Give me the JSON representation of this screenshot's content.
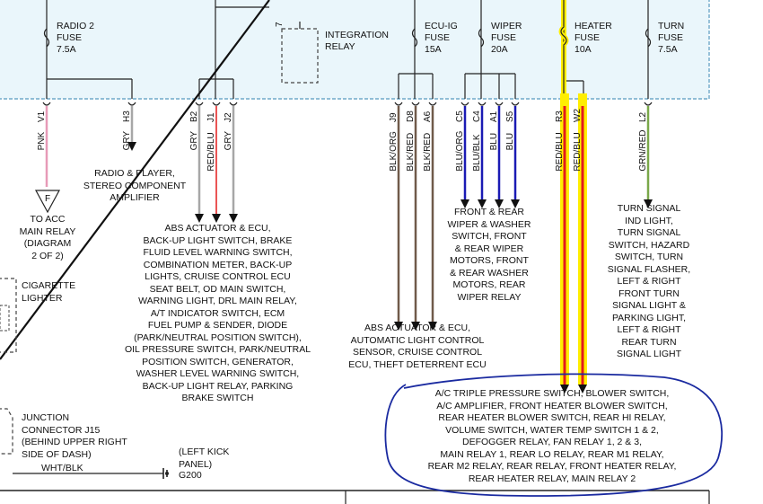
{
  "fuses": {
    "radio2": {
      "label": "RADIO 2\nFUSE\n7.5A"
    },
    "ecuig": {
      "label": "ECU-IG\nFUSE\n15A"
    },
    "wiper": {
      "label": "WIPER\nFUSE\n20A"
    },
    "heater": {
      "label": "HEATER\nFUSE\n10A"
    },
    "turn": {
      "label": "TURN\nFUSE\n7.5A"
    }
  },
  "relay": {
    "pin": "7",
    "label": "INTEGRATION\nRELAY"
  },
  "pins": [
    "V1",
    "H3",
    "B2",
    "J1",
    "J2",
    "J9",
    "D8",
    "A6",
    "C5",
    "C4",
    "A1",
    "S5",
    "R3",
    "W2",
    "L2"
  ],
  "wire_colors": [
    "PNK",
    "GRY",
    "GRY",
    "RED/BLU",
    "GRY",
    "BLK/ORG",
    "BLK/RED",
    "BLK/RED",
    "BLU/ORG",
    "BLU/BLK",
    "BLU",
    "BLU",
    "RED/BLU",
    "RED/BLU",
    "GRN/RED"
  ],
  "connector_symbol": "F",
  "destinations": {
    "acc_relay": "TO ACC\nMAIN RELAY\n(DIAGRAM\n2 OF 2)",
    "radio": "RADIO & PLAYER,\nSTEREO COMPONENT\nAMPLIFIER",
    "cigarette": "CIGARETTE\nLIGHTER",
    "abs_list": "ABS ACTUATOR & ECU,\nBACK-UP LIGHT SWITCH, BRAKE\nFLUID LEVEL WARNING SWITCH,\nCOMBINATION METER, BACK-UP\nLIGHTS, CRUISE CONTROL ECU\nSEAT BELT, OD MAIN SWITCH,\nWARNING LIGHT, DRL MAIN RELAY,\nA/T INDICATOR SWITCH, ECM\nFUEL PUMP & SENDER, DIODE\n(PARK/NEUTRAL POSITION SWITCH),\nOIL PRESSURE SWITCH, PARK/NEUTRAL\nPOSITION SWITCH, GENERATOR,\nWASHER LEVEL WARNING SWITCH,\nBACK-UP LIGHT RELAY, PARKING\nBRAKE SWITCH",
    "abs_auto": "ABS ACTUATOR & ECU,\nAUTOMATIC LIGHT CONTROL\nSENSOR, CRUISE CONTROL\nECU, THEFT DETERRENT ECU",
    "wiper": "FRONT & REAR\nWIPER & WASHER\nSWITCH, FRONT\n& REAR WIPER\nMOTORS, FRONT\n& REAR WASHER\nMOTORS, REAR\nWIPER RELAY",
    "turn": "TURN SIGNAL\nIND LIGHT,\nTURN SIGNAL\nSWITCH, HAZARD\nSWITCH, TURN\nSIGNAL FLASHER,\nLEFT & RIGHT\nFRONT TURN\nSIGNAL LIGHT &\nPARKING LIGHT,\nLEFT & RIGHT\nREAR TURN\nSIGNAL LIGHT",
    "heater": "A/C TRIPLE PRESSURE SWITCH, BLOWER SWITCH,\nA/C AMPLIFIER, FRONT HEATER BLOWER SWITCH,\nREAR HEATER BLOWER SWITCH, REAR HI RELAY,\nVOLUME SWITCH, WATER TEMP SWITCH 1 & 2,\nDEFOGGER RELAY, FAN RELAY 1, 2 & 3,\nMAIN RELAY 1, REAR LO RELAY, REAR M1 RELAY,\nREAR M2 RELAY, REAR RELAY, FRONT HEATER RELAY,\nREAR HEATER RELAY, MAIN RELAY 2",
    "junction": "JUNCTION\nCONNECTOR J15\n(BEHIND UPPER RIGHT\nSIDE OF DASH)",
    "kick_panel": "(LEFT KICK\nPANEL)",
    "ground_id": "G200",
    "ground_wire": "WHT/BLK"
  },
  "colors": {
    "panel_bg": "#eaf6fb",
    "panel_border": "#6fa9c9",
    "highlight": "#ffee00",
    "highlight_wire": "#e31b1b",
    "ink_circle": "#1a2aa0",
    "pnk": "#e79ab8",
    "gry": "#a7a7a7",
    "blk_org": "#705a4a",
    "blu": "#1b1bb4",
    "grn_red": "#7aa84a"
  }
}
